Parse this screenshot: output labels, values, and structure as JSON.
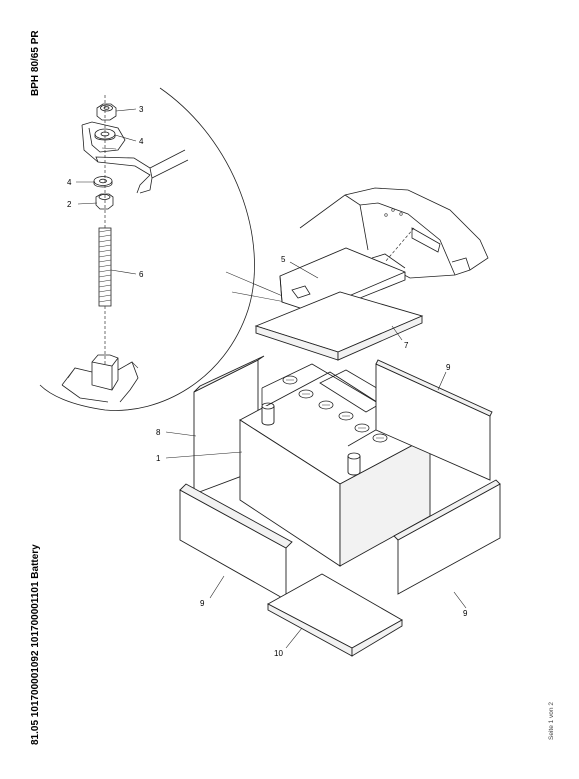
{
  "header": {
    "model": "BPH 80/65 PR",
    "title": "81.05 101700001092 101700001101 Battery",
    "page": "Seite 1 von 2"
  },
  "callouts": {
    "c1": "1",
    "c2": "2",
    "c3": "3",
    "c4a": "4",
    "c4b": "4",
    "c5": "5",
    "c6": "6",
    "c7": "7",
    "c8": "8",
    "c9a": "9",
    "c9b": "9",
    "c9c": "9",
    "c10": "10"
  }
}
